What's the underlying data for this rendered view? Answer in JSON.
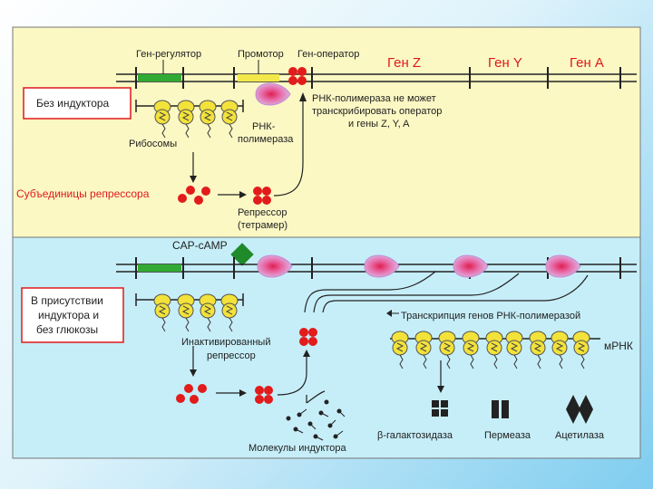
{
  "top": {
    "regulator_gene": "Ген-регулятор",
    "promoter": "Промотор",
    "operator_gene": "Ген-оператор",
    "gene_z": "Ген Z",
    "gene_y": "Ген Y",
    "gene_a": "Ген А",
    "condition": "Без индуктора",
    "polymerase_note": [
      "РНК-полимераза не может",
      "транскрибировать оператор",
      "и гены Z, Y, A"
    ],
    "rnap_label": [
      "РНК-",
      "полимераза"
    ],
    "ribosomes": "Рибосомы",
    "repressor_subunits": "Субъединицы репрессора",
    "repressor_label": [
      "Репрессор",
      "(тетрамер)"
    ]
  },
  "bottom": {
    "cap_camp": "CAP-cAMP",
    "condition": [
      "В присутствии",
      "индуктора и",
      "без глюкозы"
    ],
    "inactivated_repressor": [
      "Инактивированный",
      "репрессор"
    ],
    "transcription": "Транскрипция генов РНК-полимеразой",
    "mrna": "мРНК",
    "inducer_molecules": "Молекулы индуктора",
    "beta_gal": "β-галактозидаза",
    "permease": "Пермеаза",
    "acetylase": "Ацетилаза"
  },
  "colors": {
    "top_panel": "#fbf8c4",
    "bottom_panel": "#c6eef8",
    "dna_line": "#222222",
    "regulator_bar": "#33aa33",
    "promoter_bar": "#f2e84a",
    "gene_label": "#e0191b",
    "repressor": "#e21b1b",
    "polymerase": "#e02050",
    "cap": "#1f8a2a",
    "ribosome": "#f2e23a"
  }
}
